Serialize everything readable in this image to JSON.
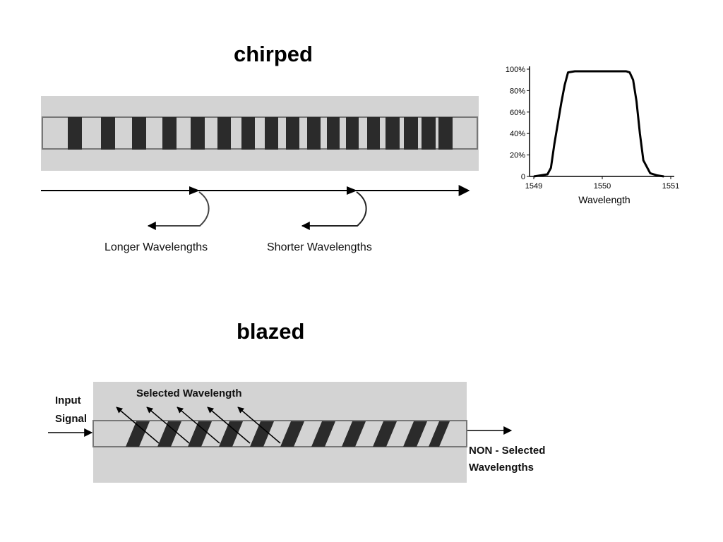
{
  "chirped": {
    "title": "chirped",
    "longer_label": "Longer Wavelengths",
    "shorter_label": "Shorter Wavelengths"
  },
  "blazed": {
    "title": "blazed",
    "input_label_line1": "Input",
    "input_label_line2": "Signal",
    "selected_label": "Selected Wavelength",
    "non_selected_line1": "NON - Selected",
    "non_selected_line2": "Wavelengths"
  },
  "chart_data": {
    "type": "line",
    "title": "",
    "xlabel": "Wavelength",
    "ylabel": "",
    "xlim": [
      1549,
      1551
    ],
    "ylim": [
      0,
      100
    ],
    "x_ticks": [
      "1549",
      "1550",
      "1551"
    ],
    "y_ticks": [
      "0",
      "20%",
      "40%",
      "60%",
      "80%",
      "100%"
    ],
    "series": [
      {
        "x": [
          1549.0,
          1549.1,
          1549.2,
          1549.25,
          1549.3,
          1549.4,
          1549.45,
          1549.5,
          1549.6,
          1549.8,
          1550.0,
          1550.2,
          1550.35,
          1550.4,
          1550.45,
          1550.5,
          1550.55,
          1550.6,
          1550.7,
          1550.8,
          1550.9
        ],
        "y": [
          0,
          1,
          2,
          8,
          30,
          68,
          85,
          97,
          98,
          98,
          98,
          98,
          98,
          97,
          90,
          70,
          40,
          15,
          3,
          1,
          0
        ]
      }
    ]
  }
}
